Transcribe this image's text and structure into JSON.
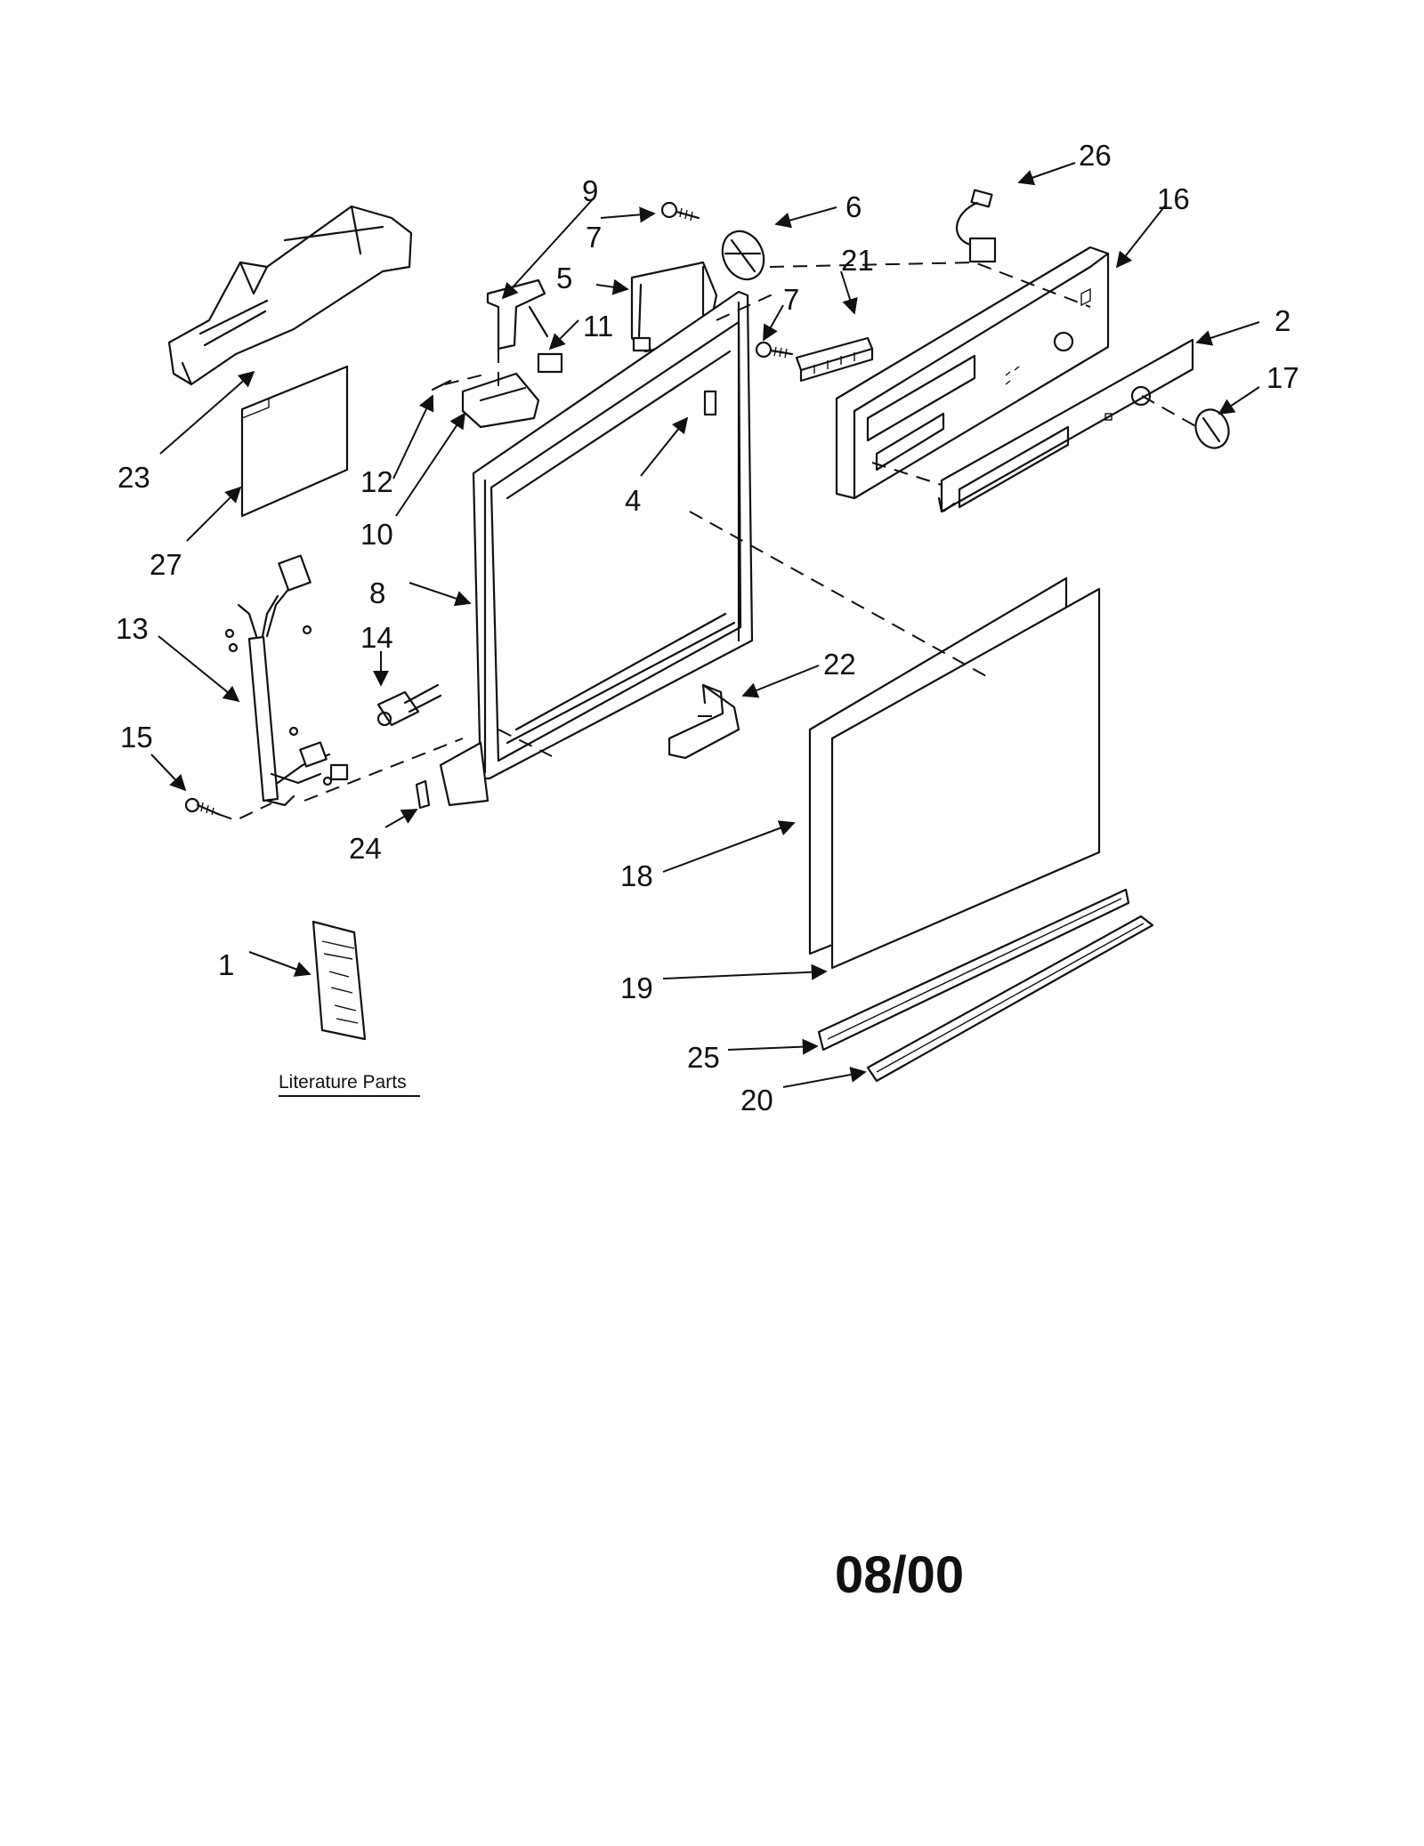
{
  "callouts": {
    "c1": "1",
    "c2": "2",
    "c4": "4",
    "c5": "5",
    "c6": "6",
    "c7a": "7",
    "c7b": "7",
    "c8": "8",
    "c9": "9",
    "c10": "10",
    "c11": "11",
    "c12": "12",
    "c13": "13",
    "c14": "14",
    "c15": "15",
    "c16": "16",
    "c17": "17",
    "c18": "18",
    "c19": "19",
    "c20": "20",
    "c21": "21",
    "c22": "22",
    "c23": "23",
    "c24": "24",
    "c25": "25",
    "c26": "26",
    "c27": "27"
  },
  "literature_caption": "Literature Parts",
  "revision_date": "08/00"
}
